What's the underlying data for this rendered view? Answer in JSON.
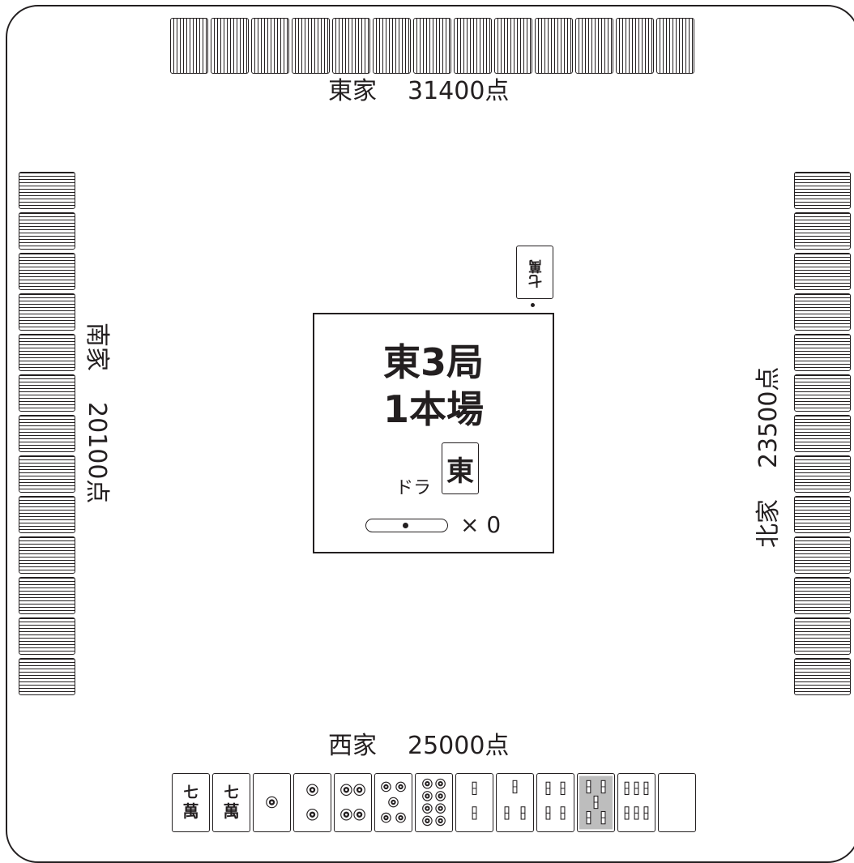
{
  "seats": {
    "east": {
      "wind": "東家",
      "score": "31400点"
    },
    "south": {
      "wind": "南家",
      "score": "20100点"
    },
    "west": {
      "wind": "西家",
      "score": "25000点"
    },
    "north": {
      "wind": "北家",
      "score": "23500点"
    }
  },
  "center": {
    "round": "東3局",
    "honba": "1本場",
    "dora_label": "ドラ",
    "dora_tile": "東",
    "riichi_sticks": "× 0"
  },
  "concealed_counts": {
    "east": 13,
    "south": 13,
    "north": 13
  },
  "discard": {
    "tile_number": "七",
    "tile_suit": "萬",
    "riichi_declared": true
  },
  "hand": [
    {
      "suit": "man",
      "value": 7,
      "number": "七",
      "kanji": "萬"
    },
    {
      "suit": "man",
      "value": 7,
      "number": "七",
      "kanji": "萬"
    },
    {
      "suit": "pin",
      "value": 1
    },
    {
      "suit": "pin",
      "value": 2
    },
    {
      "suit": "pin",
      "value": 4
    },
    {
      "suit": "pin",
      "value": 5
    },
    {
      "suit": "pin",
      "value": 8
    },
    {
      "suit": "sou",
      "value": 2
    },
    {
      "suit": "sou",
      "value": 3
    },
    {
      "suit": "sou",
      "value": 4
    },
    {
      "suit": "sou",
      "value": 5
    },
    {
      "suit": "sou",
      "value": 6
    },
    {
      "suit": "blank",
      "value": 0
    }
  ],
  "colors": {
    "ink": "#231f20",
    "background": "#ffffff"
  }
}
